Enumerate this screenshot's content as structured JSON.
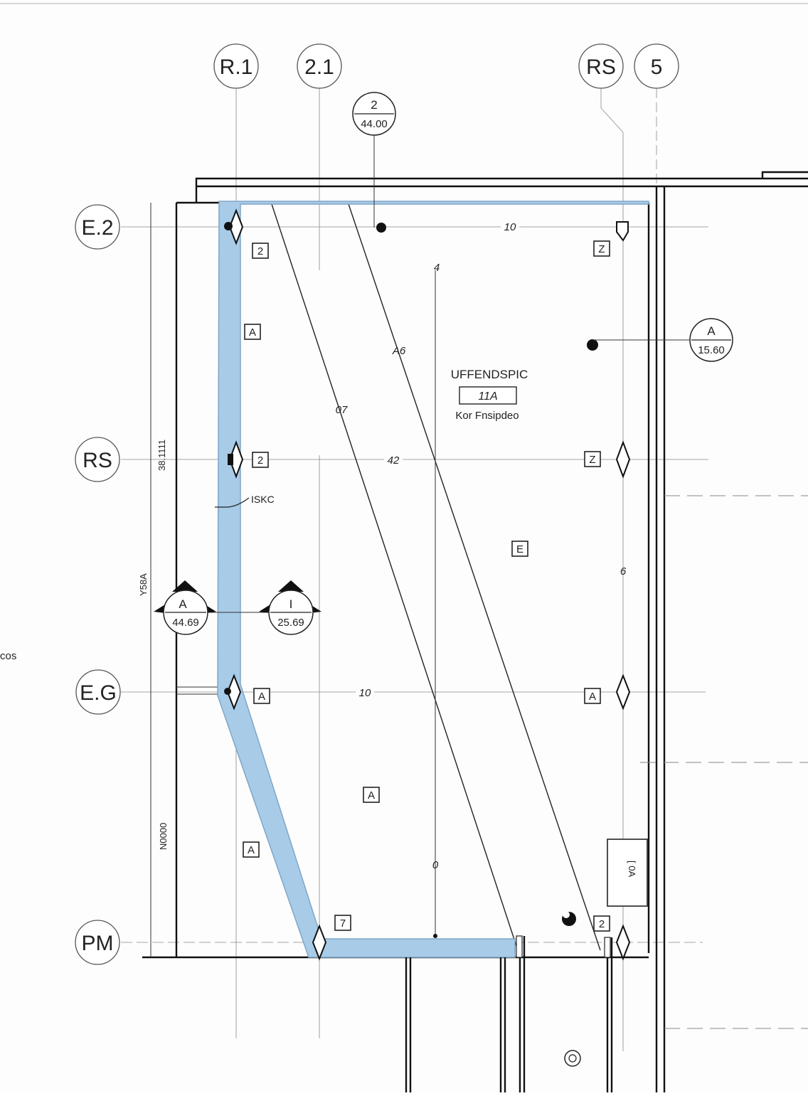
{
  "grid_columns": [
    {
      "label": "R.1"
    },
    {
      "label": "2.1"
    },
    {
      "label": "RS"
    },
    {
      "label": "5"
    }
  ],
  "grid_rows": [
    {
      "label": "E.2"
    },
    {
      "label": "RS"
    },
    {
      "label": "E.G"
    },
    {
      "label": "PM"
    }
  ],
  "section_markers": [
    {
      "top": "2",
      "bottom": "44.00"
    },
    {
      "top": "A",
      "bottom": "15.60"
    },
    {
      "top": "A",
      "bottom": "44.69"
    },
    {
      "top": "I",
      "bottom": "25.69"
    }
  ],
  "room": {
    "name": "UFFENDSPIC",
    "number": "11A",
    "subtitle": "Kor Fnsipdeo"
  },
  "tags": [
    "2",
    "Z",
    "A",
    "2",
    "Z",
    "E",
    "A",
    "A",
    "A",
    "A",
    "7",
    "2"
  ],
  "dimensions": [
    "10",
    "4",
    "A6",
    "07",
    "42",
    "6",
    "10",
    "0"
  ],
  "side_labels": {
    "left_edge": "cos",
    "dim_vertical_1": "38.1111",
    "dim_vertical_2": "Y58A",
    "dim_vertical_3": "N0000",
    "note": "ISKC",
    "box_label": "[ 0A"
  },
  "colors": {
    "highlight": "#a8cbe8",
    "highlight_stroke": "#7fa6c8",
    "line": "#222222"
  }
}
